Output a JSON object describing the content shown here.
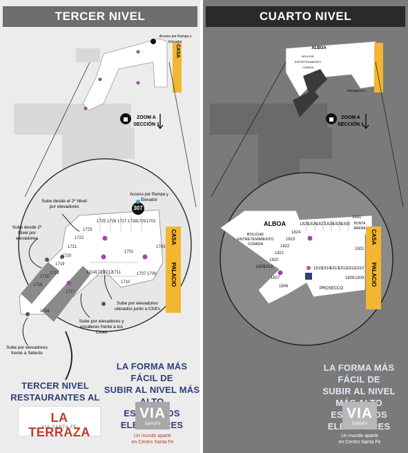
{
  "left": {
    "header": "TERCER NIVEL",
    "zoom_label_line1": "ZOOM A",
    "zoom_label_line2": "SECCIÓN 1",
    "top_access_label": "Acceso por Rampa y Elevador",
    "access_label": "Acceso por Rampa y Elevador",
    "access_number": "307",
    "anchor": {
      "word1": "CASA",
      "word2": "PALACIO"
    },
    "stores_left_cluster": [
      "1725",
      "1726",
      "1727",
      "1728",
      "1729",
      "1702",
      "1723",
      "1722",
      "1721",
      "1720",
      "1719",
      "1718",
      "1716",
      "1715",
      "1714",
      "1713",
      "1712",
      "1711",
      "1710",
      "1707",
      "1709",
      "1703",
      "1701",
      "1717",
      "1734"
    ],
    "annotations": {
      "sube_2nivel": "Sube desde el 2º Nivel por elevadores",
      "sube_desde_2": "Sube desde 2º Nivel por elevadores",
      "sube_chilis": "Sube por elevadores ubicados junto a Chili's",
      "sube_cines": "Sube por elevadores y escaleras frente a los Cines",
      "sube_selecto": "Sube por elevadores frente a Selecto"
    },
    "footer_left_line1": "TERCER NIVEL",
    "footer_left_line2": "RESTAURANTES AL AIRE LIBRE",
    "footer_right_line1": "LA FORMA MÁS FÁCIL DE",
    "footer_right_line2": "SUBIR AL NIVEL MÁS ALTO",
    "footer_right_line3": "ES POR LOS ELEVADORES",
    "terraza_main": "LA TERRAZA",
    "terraza_sub": "VIA SANTA FE",
    "via_logo": "VIA",
    "via_logo_sub": "SantaFe",
    "tagline_line1": "Un mundo aparte",
    "tagline_line2": "en Centro Santa Fe"
  },
  "right": {
    "header": "CUARTO NIVEL",
    "zoom_label_line1": "ZOOM A",
    "zoom_label_line2": "SECCIÓN 1",
    "alboa_top": "ALBOA",
    "boliche_top": "BOLICHE ENTRETENIMIENTO COMIDA",
    "prosecco_top": "PROSECCO",
    "alboa": "ALBOA",
    "boliche_line1": "BOLICHE",
    "boliche_line2": "ENTRETENIMIENTO",
    "boliche_line3": "COMIDA",
    "prosecco": "PROSECCO",
    "punta_arena_line1": "PUNTA",
    "punta_arena_line2": "ARENA",
    "anchor": {
      "word1": "CASA",
      "word2": "PALACIO"
    },
    "stores": [
      "1825",
      "1826",
      "1827",
      "1828",
      "1829",
      "1830",
      "1831",
      "1801",
      "1824",
      "1823",
      "1822",
      "1821",
      "1820",
      "1819",
      "1815",
      "1814",
      "1813",
      "1812",
      "1811",
      "1810",
      "1809",
      "1808",
      "1805",
      "1807",
      "1806"
    ],
    "footer_line1": "LA FORMA MÁS FÁCIL DE",
    "footer_line2": "SUBIR AL NIVEL MÁS ALTO",
    "footer_line3": "ES POR LOS ELEVADORES",
    "via_logo": "VIA",
    "via_logo_sub": "SantaFe",
    "tagline_line1": "Un mundo aparte",
    "tagline_line2": "en Centro Santa Fe"
  },
  "colors": {
    "accent_yellow": "#f2b632",
    "footer_blue": "#2d3e7a",
    "light_blue": "#dfe8f6",
    "marker_purple": "#9b4aa3"
  }
}
